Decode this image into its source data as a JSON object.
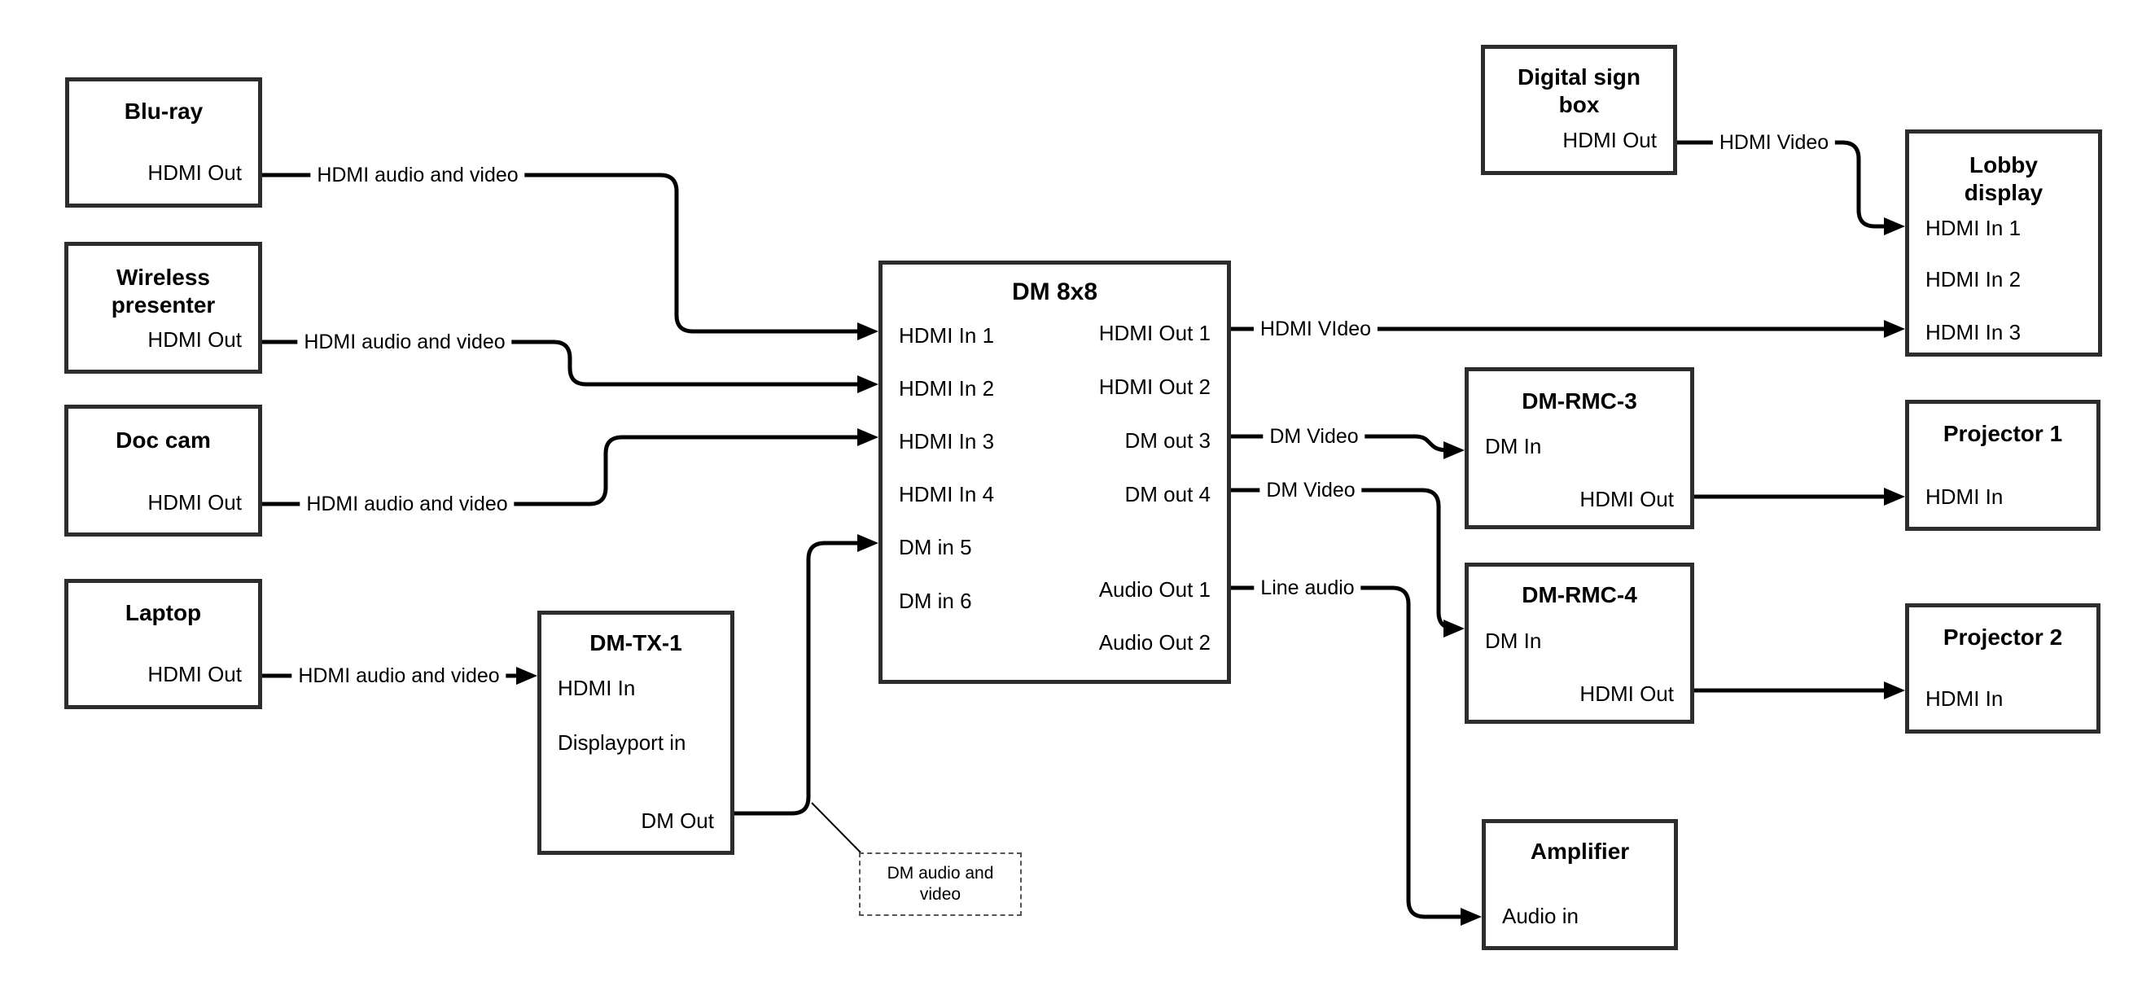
{
  "boxes": {
    "bluray": {
      "title": "Blu-ray",
      "port_hdmi_out": "HDMI Out"
    },
    "wireless": {
      "title_line1": "Wireless",
      "title_line2": "presenter",
      "port_hdmi_out": "HDMI Out"
    },
    "doccam": {
      "title": "Doc cam",
      "port_hdmi_out": "HDMI Out"
    },
    "laptop": {
      "title": "Laptop",
      "port_hdmi_out": "HDMI Out"
    },
    "dmtx1": {
      "title": "DM-TX-1",
      "port_hdmi_in": "HDMI In",
      "port_dp_in": "Displayport in",
      "port_dm_out": "DM Out"
    },
    "dm8x8": {
      "title": "DM 8x8",
      "in1": "HDMI In 1",
      "in2": "HDMI In 2",
      "in3": "HDMI In 3",
      "in4": "HDMI In 4",
      "in5": "DM in 5",
      "in6": "DM in 6",
      "out1": "HDMI Out 1",
      "out2": "HDMI Out 2",
      "out3": "DM out 3",
      "out4": "DM out 4",
      "aout1": "Audio Out 1",
      "aout2": "Audio Out 2"
    },
    "digitalsign": {
      "title_line1": "Digital sign",
      "title_line2": "box",
      "port_hdmi_out": "HDMI Out"
    },
    "lobby": {
      "title_line1": "Lobby",
      "title_line2": "display",
      "in1": "HDMI In 1",
      "in2": "HDMI In 2",
      "in3": "HDMI In 3"
    },
    "dmrmc3": {
      "title": "DM-RMC-3",
      "port_dm_in": "DM In",
      "port_hdmi_out": "HDMI Out"
    },
    "proj1": {
      "title": "Projector 1",
      "port_hdmi_in": "HDMI In"
    },
    "dmrmc4": {
      "title": "DM-RMC-4",
      "port_dm_in": "DM In",
      "port_hdmi_out": "HDMI Out"
    },
    "proj2": {
      "title": "Projector 2",
      "port_hdmi_in": "HDMI In"
    },
    "amplifier": {
      "title": "Amplifier",
      "port_audio_in": "Audio in"
    }
  },
  "wire_labels": {
    "bluray_to_dm": "HDMI audio and video",
    "wireless_to_dm": "HDMI audio and video",
    "doccam_to_dm": "HDMI audio and video",
    "laptop_to_tx": "HDMI audio and video",
    "tx_to_dm": "DM audio and video",
    "out1": "HDMI VIdeo",
    "out3": "DM Video",
    "out4": "DM Video",
    "audio1": "Line audio",
    "digitalsign": "HDMI Video"
  },
  "colors": {
    "line": "#000000",
    "box_border": "#2d2d2d",
    "background": "#ffffff",
    "text": "#000000"
  }
}
